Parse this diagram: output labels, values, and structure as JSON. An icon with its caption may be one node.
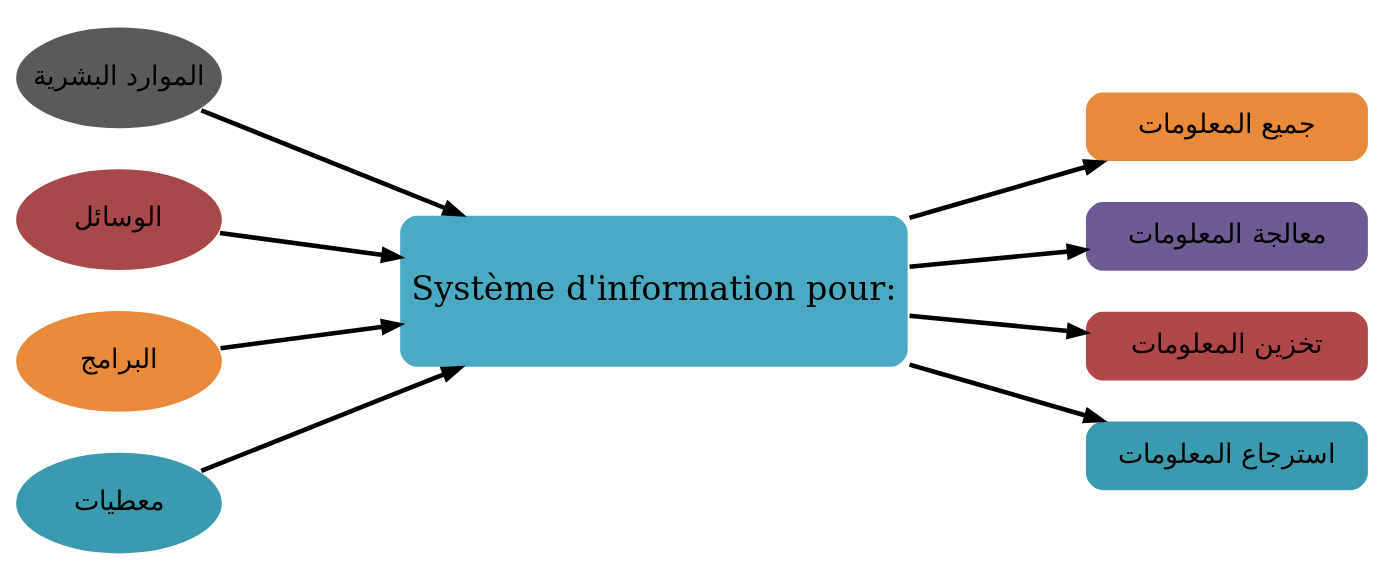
{
  "diagram": {
    "nodes": [
      {
        "text": [
          "الموارد البشرية"
        ]
      },
      {
        "text": [
          "الوسائل"
        ]
      },
      {
        "text": [
          "البرامج"
        ]
      },
      {
        "text": [
          "معطيات"
        ]
      },
      {
        "text": [
          "Système d'information pour:"
        ]
      },
      {
        "text": [
          "جميع المعلومات"
        ]
      },
      {
        "text": [
          "معالجة المعلومات"
        ]
      },
      {
        "text": [
          "تخزين المعلومات"
        ]
      },
      {
        "text": [
          "استرجاع المعلومات"
        ]
      }
    ],
    "edges": [
      {
        "from": 0,
        "to": 4,
        "arrow": "to"
      },
      {
        "from": 1,
        "to": 4,
        "arrow": "to"
      },
      {
        "from": 2,
        "to": 4,
        "arrow": "to"
      },
      {
        "from": 3,
        "to": 4,
        "arrow": "to"
      },
      {
        "from": 4,
        "to": 5,
        "arrow": "to"
      },
      {
        "from": 4,
        "to": 6,
        "arrow": "to"
      },
      {
        "from": 4,
        "to": 7,
        "arrow": "to"
      },
      {
        "from": 4,
        "to": 8,
        "arrow": "to"
      }
    ]
  }
}
